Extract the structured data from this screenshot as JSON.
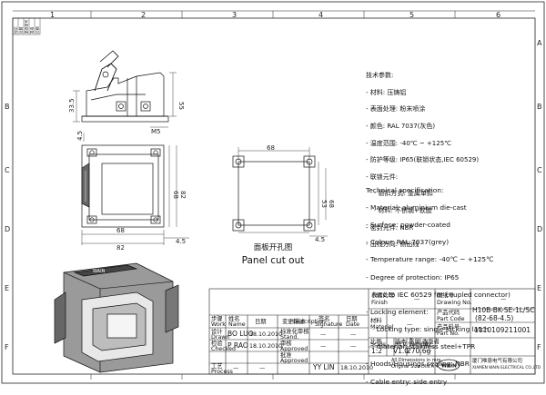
{
  "zones": {
    "top": [
      "1",
      "2",
      "3",
      "4",
      "5",
      "6"
    ],
    "side": [
      "A",
      "B",
      "C",
      "D",
      "E",
      "F"
    ]
  },
  "revision_strip": {
    "labels": [
      "标记",
      "处数",
      "更改单号",
      "签名",
      "日期"
    ]
  },
  "dimensions": {
    "side_view": [
      "55",
      "33.5",
      "M5",
      "4.5"
    ],
    "front_view": [
      "68",
      "68",
      "82",
      "82",
      "4.5"
    ],
    "panel_cutout": [
      "68",
      "53",
      "68",
      "4.5"
    ]
  },
  "panel_cutout": {
    "title_cn": "面板开孔图",
    "title_en": "Panel cut out"
  },
  "tech_params_cn": {
    "heading": "技术参数:",
    "lines": [
      "- 材料: 压铸铝",
      "- 表面处理: 粉末喷涂",
      "- 颜色: RAL 7037(灰色)",
      "- 温度范围: -40℃ ~ +125℃",
      "- 防护等级: IP65(联锁状态,IEC 60529)",
      "- 联锁元件:",
      "    · 锁扣方式: 金属单扣",
      "    · 材料: 不锈钢+软胶",
      "- 密封元件: NBR",
      "- 出线方向: 侧出线"
    ]
  },
  "tech_spec_en": {
    "heading": "Technical specification:",
    "lines": [
      "- Material: aluminium die-cast",
      "- Surface: powder-coated",
      "- Colour: RAL 7037(grey)",
      "- Temperature range: -40℃ ~ +125℃",
      "- Degree of protection: IP65",
      "   (acc.to IEC 60529 for coupled connector)",
      "- Locking element:",
      "   · Locking type: single locking latch",
      "   · material: stainless steel+TPR",
      "- Hoods/Housings sealing: NBR",
      "- Cable entry: side entry"
    ]
  },
  "title_block": {
    "surface_label_cn": "表面处理",
    "surface_label_en": "Finish",
    "surface_value": "—",
    "drawing_no_label_cn": "图纸号",
    "drawing_no_label_en": "Drawing No.",
    "drawing_no_value": "—",
    "part_code_label_cn": "产品代码",
    "part_code_label_en": "Part Code",
    "part_code_value_1": "H10B-BK-SE-1L/SC",
    "part_code_value_2": "(82-68-4.5)",
    "part_no_label_cn": "产品料号",
    "part_no_label_en": "Part No.",
    "part_no_value": "1110109211001",
    "material_label_cn": "材料",
    "material_label_en": "Material",
    "material_value": "—",
    "weight_label_cn": "重量",
    "weight_label_en": "Weight",
    "weight_value": "270.6g",
    "scale_label_cn": "比例",
    "scale_label_en": "Scale",
    "scale_value": "1:2",
    "rev_label_cn": "版本",
    "rev_label_en": "REV.",
    "rev_value": "V1.0",
    "sheet_label_cn": "改版者",
    "sheet_label_en": "By",
    "sheet_value": "—",
    "col_step_cn": "步骤",
    "col_step_en": "Work",
    "col_name_cn": "姓名",
    "col_name_en": "Name",
    "col_date_cn": "日期",
    "col_date_en": "Date",
    "col_desc_cn": "变更描述",
    "col_desc_en": "Description",
    "col_sign_cn": "签名",
    "col_sign_en": "Signature",
    "col_date2_cn": "日期",
    "col_date2_en": "Date",
    "rows": [
      {
        "step_cn": "设计",
        "step_en": "Drawn",
        "name": "BO LUO",
        "date": "18.10.2010",
        "role_cn": "标准化审核",
        "role_en": "Stand.",
        "sign": "—",
        "sign_date": "—"
      },
      {
        "step_cn": "检验",
        "step_en": "Checked",
        "name": "P RAO",
        "date": "18.10.2010",
        "role_cn": "审核",
        "role_en": "Approved",
        "sign": "—",
        "sign_date": "—"
      },
      {
        "step_cn": "工艺",
        "step_en": "Process",
        "name": "—",
        "date": "—",
        "role_cn": "批准",
        "role_en": "Approved",
        "sign": "YY LIN",
        "sign_date": "18.10.2010"
      }
    ],
    "units_line_1": "All Dimensions in mm",
    "units_line_2": "Original Size DIN A 4",
    "company_cn": "厦门唯恩电气有限公司",
    "company_en": "XIAMEN WAIN ELECTRICAL CO.,LTD",
    "logo_text": "WAIN"
  }
}
